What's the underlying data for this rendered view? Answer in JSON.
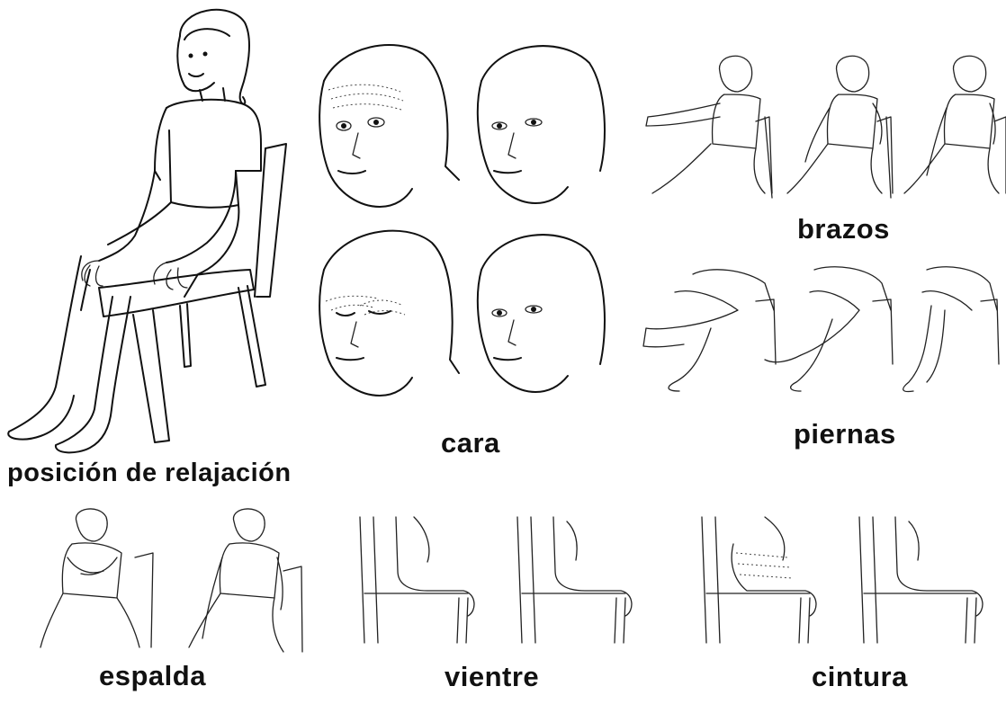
{
  "labels": {
    "relaxation": "posición de relajación",
    "face": "cara",
    "arms": "brazos",
    "legs": "piernas",
    "back": "espalda",
    "belly": "vientre",
    "waist": "cintura"
  }
}
